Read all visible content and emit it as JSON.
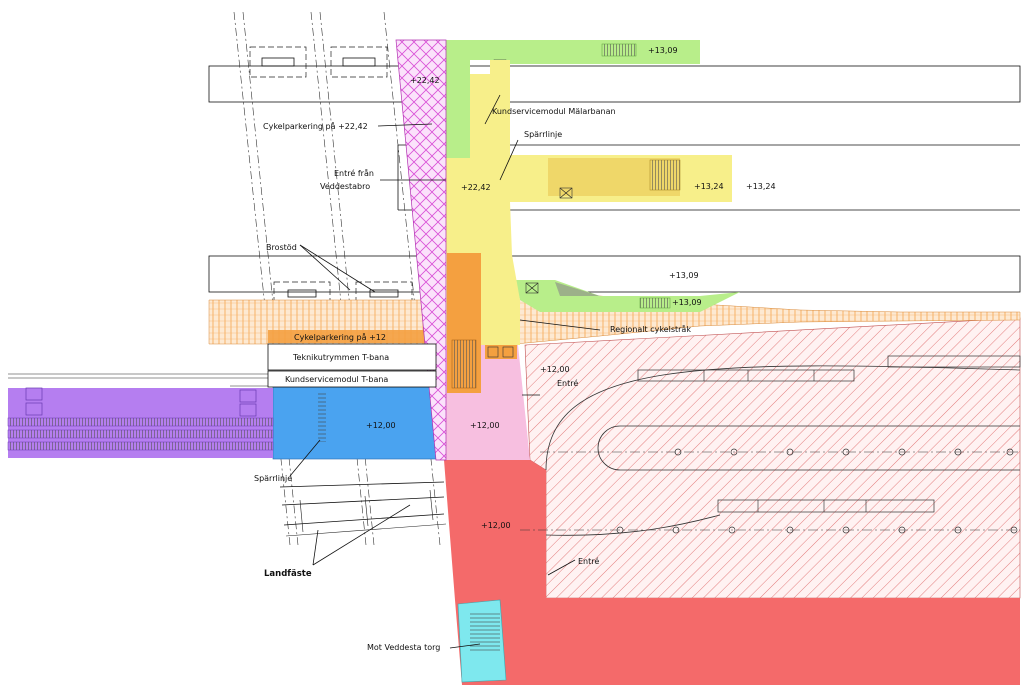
{
  "colors": {
    "pink_hatch": "#d94fd6",
    "green_zone": "#b8ee8a",
    "yellow_zone": "#f7ef8a",
    "orange_zone": "#f4a040",
    "orange_hatch": "#f59a3a",
    "blue_zone": "#4aa3f0",
    "violet_zone": "#b57ef0",
    "light_pink_zone": "#f7bfe0",
    "red_zone": "#f46a6a",
    "red_hatch": "#e07070",
    "cyan_zone": "#7ee8ee"
  },
  "labels": {
    "elev_1309_top": "+13,09",
    "elev_2242_upper": "+22,42",
    "kundservice_malarbanan": "Kundservicemodul Mälarbanan",
    "cykelparkering_2242": "Cykelparkering på +22,42",
    "sparrlinje_upper": "Spärrlinje",
    "entre_fran": "Entré från",
    "veddestabro": "Veddestabro",
    "elev_2242_mid": "+22,42",
    "elev_1324_a": "+13,24",
    "elev_1324_b": "+13,24",
    "brostod": "Brostöd",
    "elev_1309_mid": "+13,09",
    "elev_1309_low": "+13,09",
    "regionalt_cykelstrak": "Regionalt cykelstråk",
    "cykelparkering_12": "Cykelparkering på +12",
    "teknikutrymmen": "Teknikutrymmen T-bana",
    "kundservice_tbana": "Kundservicemodul T-bana",
    "elev_1200_right": "+12,00",
    "entre_upper": "Entré",
    "elev_1200_blue": "+12,00",
    "elev_1200_pink": "+12,00",
    "sparrlinje_lower": "Spärrlinje",
    "elev_1200_red": "+12,00",
    "landfaste": "Landfäste",
    "entre_lower": "Entré",
    "mot_veddesta_torg": "Mot Veddesta torg"
  }
}
